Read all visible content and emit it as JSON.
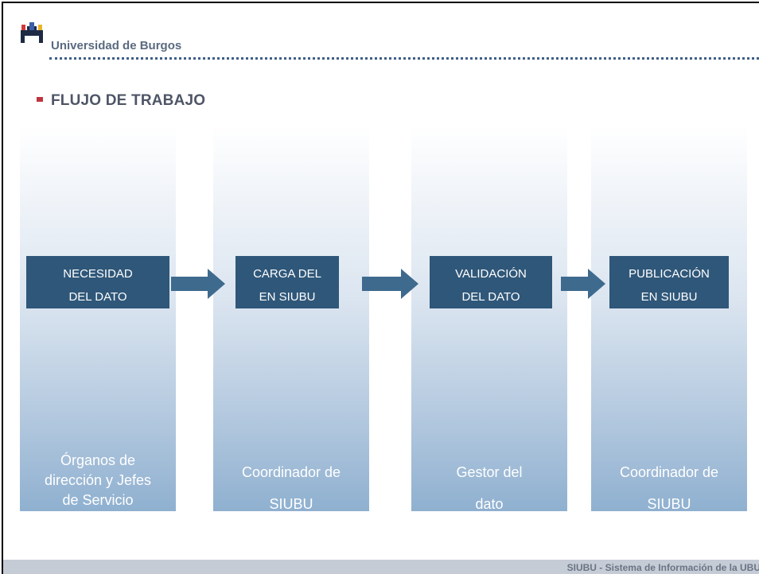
{
  "header": {
    "university": "Universidad de Burgos",
    "logo_icon": "university-crest-icon"
  },
  "section": {
    "title": "FLUJO DE TRABAJO"
  },
  "workflow": {
    "steps": [
      {
        "line1": "NECESIDAD",
        "line2": "DEL DATO"
      },
      {
        "line1": "CARGA DEL",
        "line2": "EN SIUBU"
      },
      {
        "line1": "VALIDACIÓN",
        "line2": "DEL DATO"
      },
      {
        "line1": "PUBLICACIÓN",
        "line2": "EN SIUBU"
      }
    ],
    "roles": [
      {
        "line1": "Órganos de",
        "line2": "dirección y Jefes",
        "line3": "de Servicio"
      },
      {
        "line1": "Coordinador de",
        "line2": "SIUBU"
      },
      {
        "line1": "Gestor del",
        "line2": "dato"
      },
      {
        "line1": "Coordinador de",
        "line2": "SIUBU"
      }
    ]
  },
  "footer": {
    "text": "SIUBU  -  Sistema de Información de la UBU"
  },
  "colors": {
    "step_box": "#2f5779",
    "arrow": "#3e6a8e",
    "bullet": "#c0343f",
    "dotted_rule": "#3f5f86",
    "footer_bar": "#c5ccd6"
  }
}
